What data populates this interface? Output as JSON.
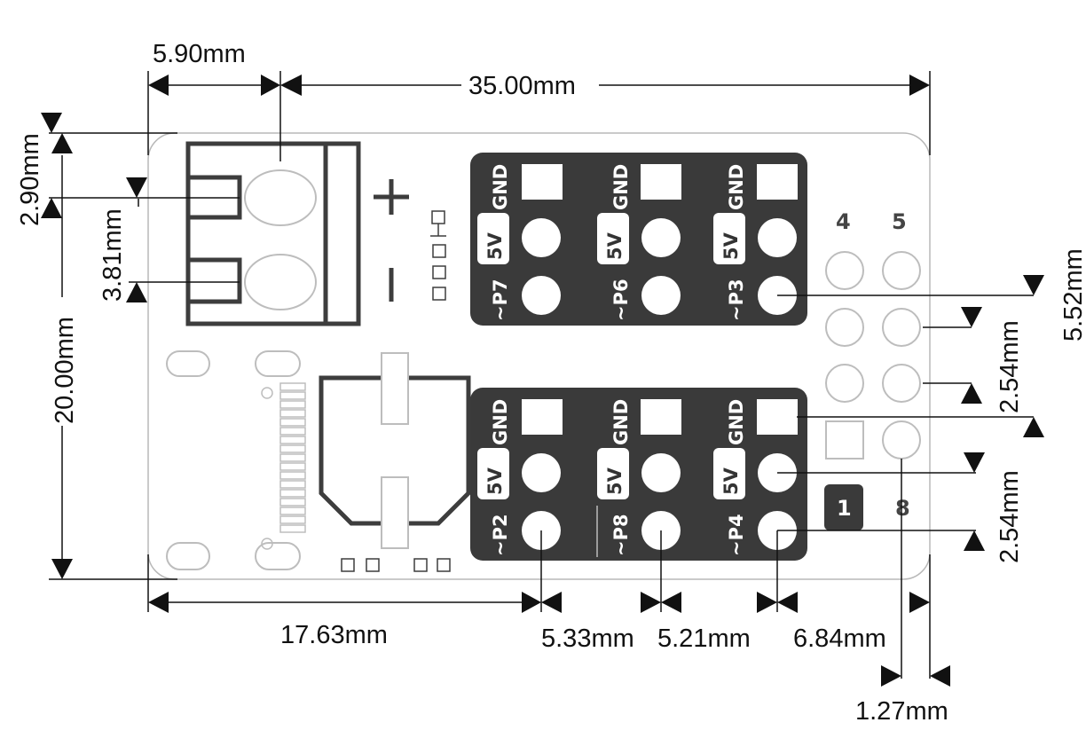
{
  "dimensions": {
    "top_left": "5.90mm",
    "top_width": "35.00mm",
    "left_top": "2.90mm",
    "left_terminal": "3.81mm",
    "left_height": "20.00mm",
    "right_pitch_upper": "2.54mm",
    "right_total": "5.52mm",
    "right_pitch_lower": "2.54mm",
    "bottom_offset": "17.63mm",
    "bottom_pitch_1": "5.33mm",
    "bottom_pitch_2": "5.21mm",
    "bottom_pitch_3": "6.84mm",
    "bottom_right": "1.27mm"
  },
  "board": {
    "plus": "+",
    "minus": "−",
    "upper_headers": [
      {
        "gnd": "GND",
        "v": "5V",
        "port": "~P7"
      },
      {
        "gnd": "GND",
        "v": "5V",
        "port": "~P6"
      },
      {
        "gnd": "GND",
        "v": "5V",
        "port": "~P3"
      }
    ],
    "lower_headers": [
      {
        "gnd": "GND",
        "v": "5V",
        "port": "~P2"
      },
      {
        "gnd": "GND",
        "v": "5V",
        "port": "~P8"
      },
      {
        "gnd": "GND",
        "v": "5V",
        "port": "~P4"
      }
    ],
    "pin_labels": {
      "p4": "4",
      "p5": "5",
      "p1": "1",
      "p8": "8"
    }
  },
  "colors": {
    "header_fill": "#3a3a3a",
    "outline": "#3d3d3d",
    "board_edge": "#b8b8b8",
    "pad_outline": "#bdbdbd"
  }
}
